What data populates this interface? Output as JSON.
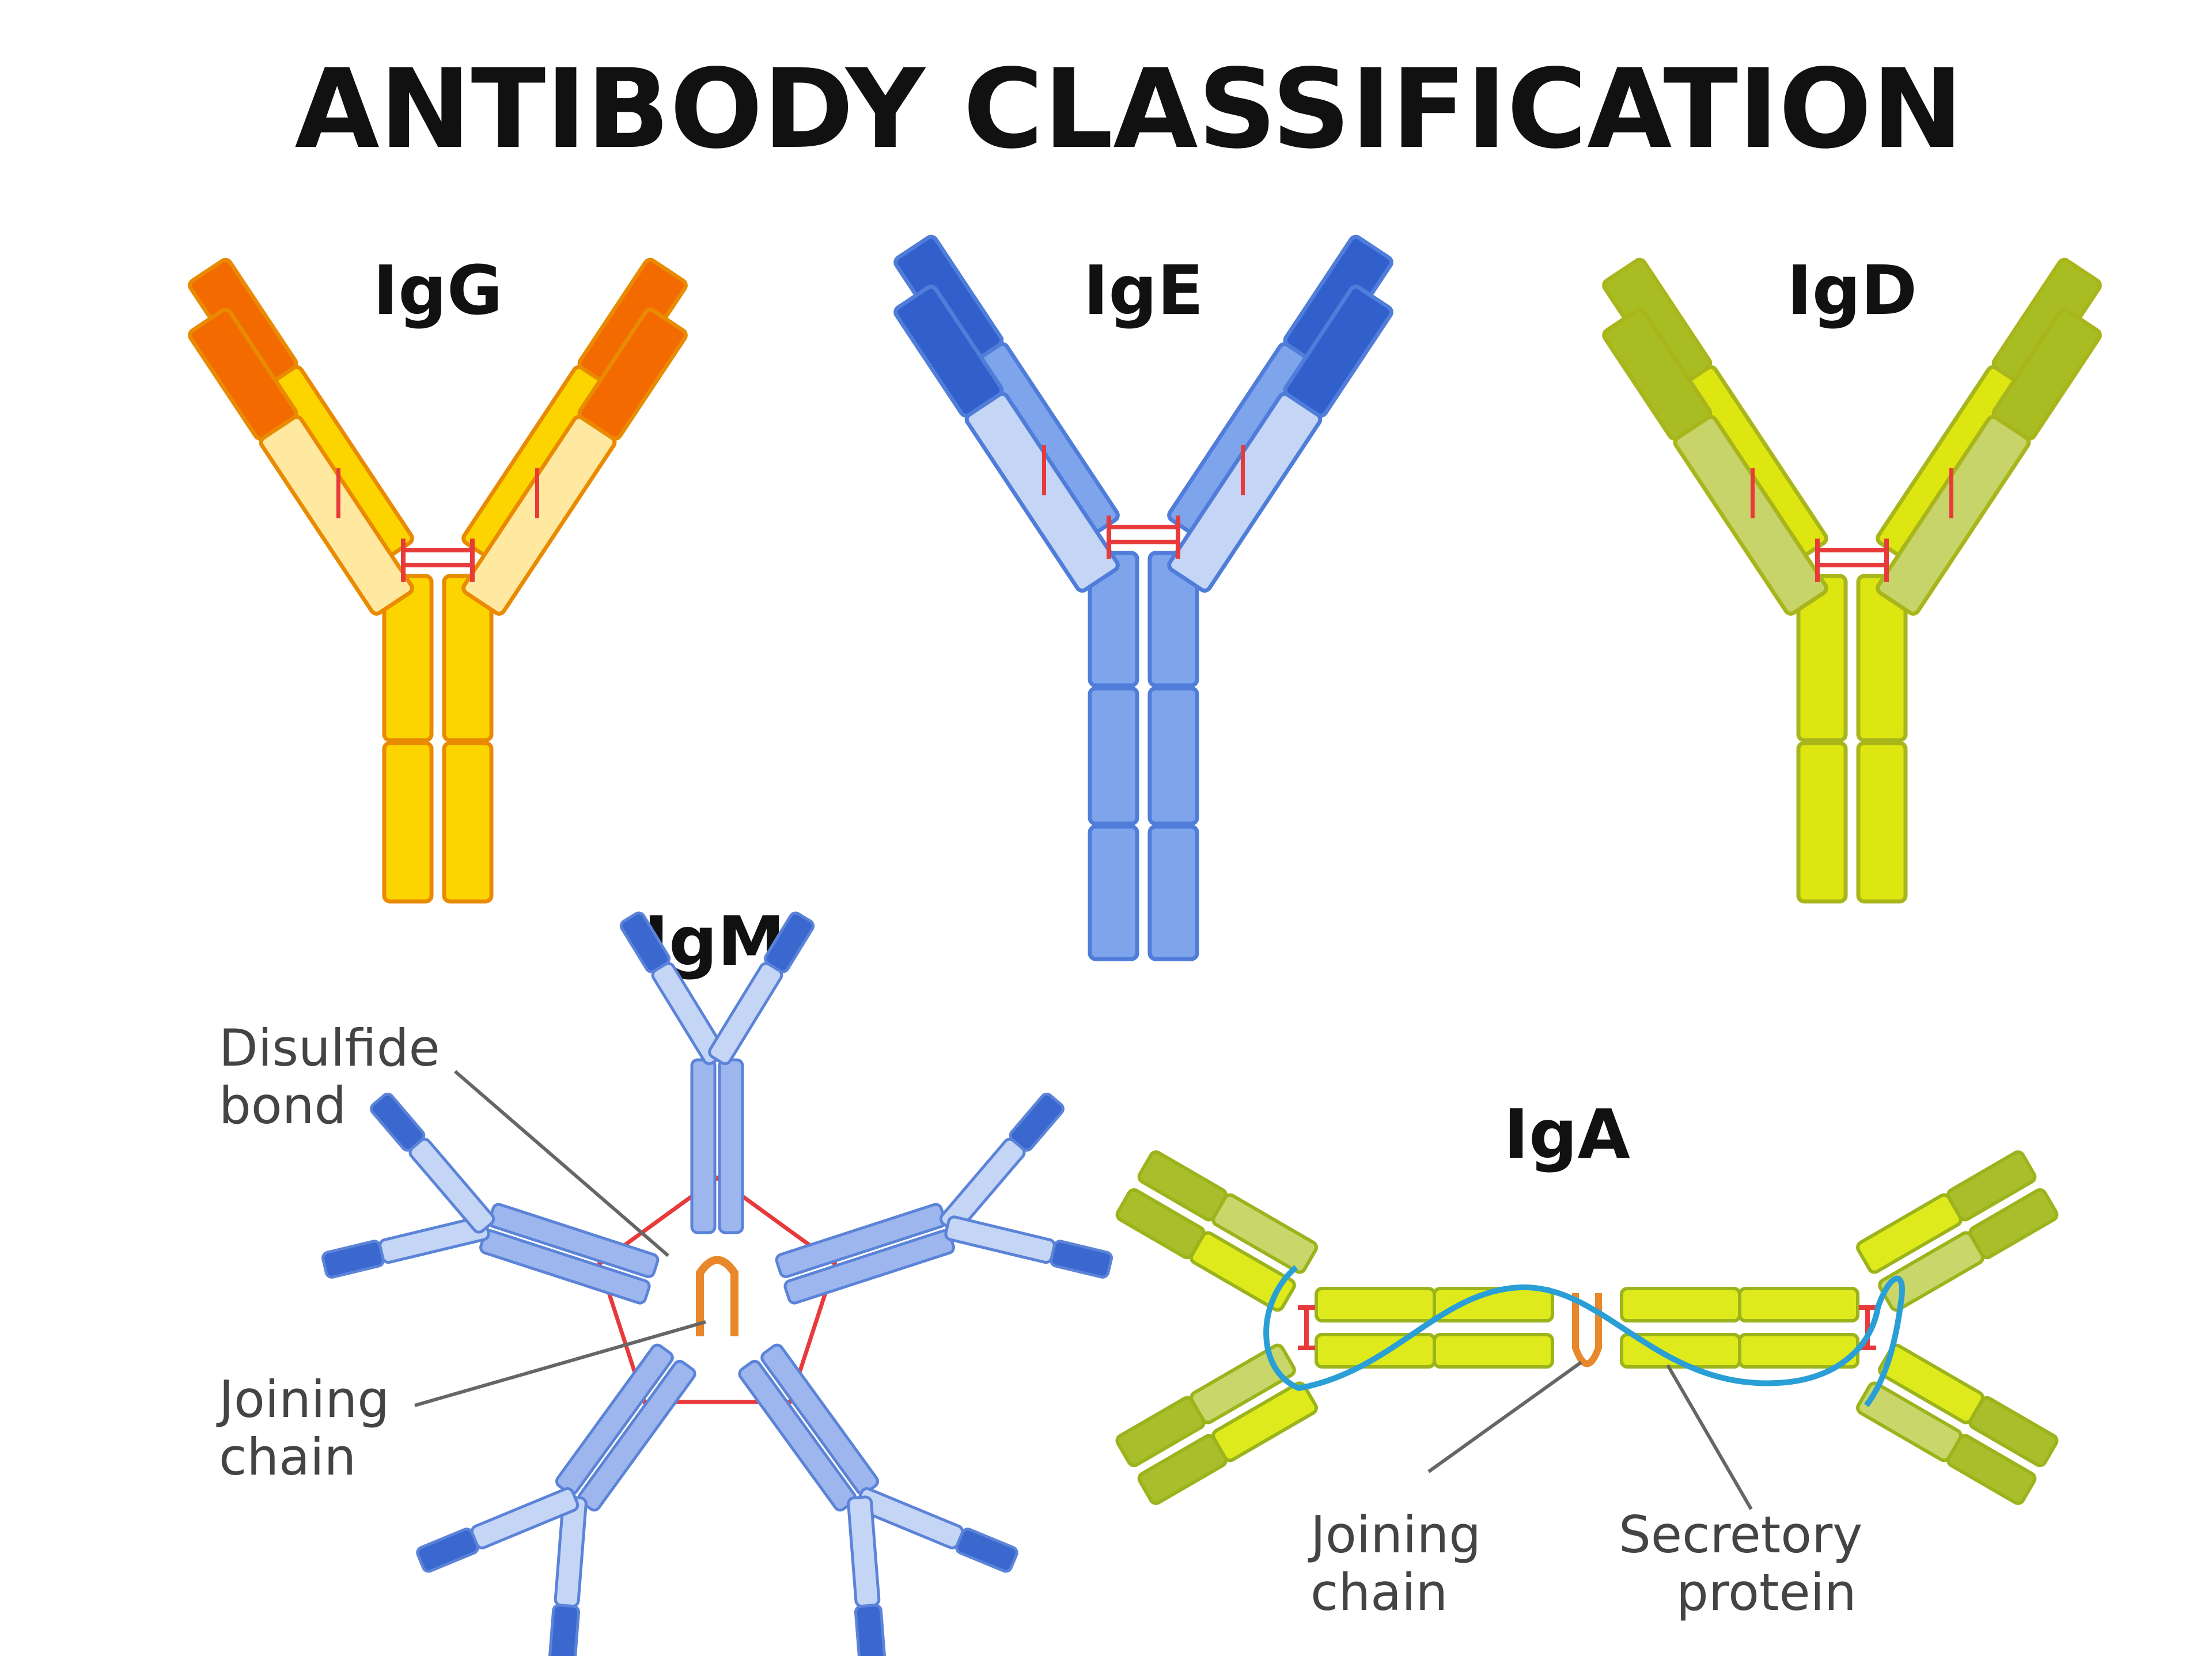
{
  "title": "ANTIBODY CLASSIFICATION",
  "antibodies": {
    "igg": {
      "label": "IgG",
      "colors": {
        "light": "#fcd500",
        "variable": "#f26a00",
        "lightChain": "#ffe9a0",
        "stroke": "#e98a00"
      }
    },
    "ige": {
      "label": "IgE",
      "colors": {
        "light": "#7ea4ec",
        "variable": "#3160cc",
        "lightChain": "#c4d5f6",
        "stroke": "#4f7dd9"
      }
    },
    "igd": {
      "label": "IgD",
      "colors": {
        "light": "#dde610",
        "variable": "#a8bd22",
        "lightChain": "#c6d46a",
        "stroke": "#a8b61c"
      }
    },
    "igm": {
      "label": "IgM",
      "colors": {
        "light": "#9db6ee",
        "variable": "#3a68cf",
        "lightChain": "#c4d5f6",
        "stroke": "#5b83d8"
      }
    },
    "iga": {
      "label": "IgA",
      "colors": {
        "light": "#dfea1c",
        "variable": "#a9be2a",
        "lightChain": "#c9d66a",
        "stroke": "#9cb41c"
      }
    }
  },
  "annotations": {
    "disulfide": [
      "Disulfide",
      "bond"
    ],
    "igm_joining": [
      "Joining",
      "chain"
    ],
    "iga_joining": [
      "Joining",
      "chain"
    ],
    "secretory": [
      "Secretory",
      "protein"
    ]
  },
  "colors": {
    "disulfide_bond": "#e83a3a",
    "secretory_protein": "#2a9fd6",
    "joining_chain": "#e8882a",
    "leader_line": "#666666"
  }
}
